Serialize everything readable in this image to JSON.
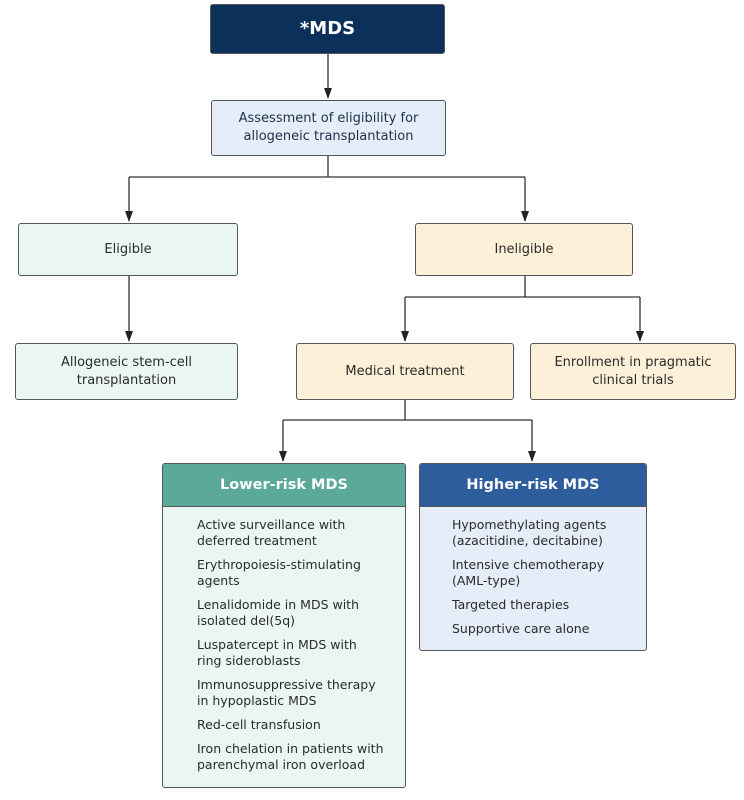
{
  "nodes": {
    "root": "*MDS",
    "assessment": "Assessment of eligibility for\nallogeneic transplantation",
    "eligible": "Eligible",
    "ineligible": "Ineligible",
    "transplant": "Allogeneic stem-cell\ntransplantation",
    "medical": "Medical treatment",
    "trials": "Enrollment in pragmatic\nclinical trials"
  },
  "lower_risk": {
    "title": "Lower-risk MDS",
    "items": [
      "Active surveillance with\n deferred treatment",
      "Erythropoiesis-stimulating\n agents",
      "Lenalidomide in MDS with\n isolated del(5q)",
      "Luspatercept in MDS with\n ring sideroblasts",
      "Immunosuppressive therapy\n in hypoplastic MDS",
      "Red-cell transfusion",
      "Iron chelation in patients with\n parenchymal iron overload"
    ]
  },
  "higher_risk": {
    "title": "Higher-risk MDS",
    "items": [
      "Hypomethylating agents\n (azacitidine, decitabine)",
      "Intensive chemotherapy\n (AML-type)",
      "Targeted therapies",
      "Supportive care alone"
    ]
  },
  "colors": {
    "root": "#0b3059",
    "lower_header": "#5aa999",
    "higher_header": "#2d5d9c",
    "eligible_fill": "#eaf6f2",
    "ineligible_fill": "#fdf0d8"
  }
}
